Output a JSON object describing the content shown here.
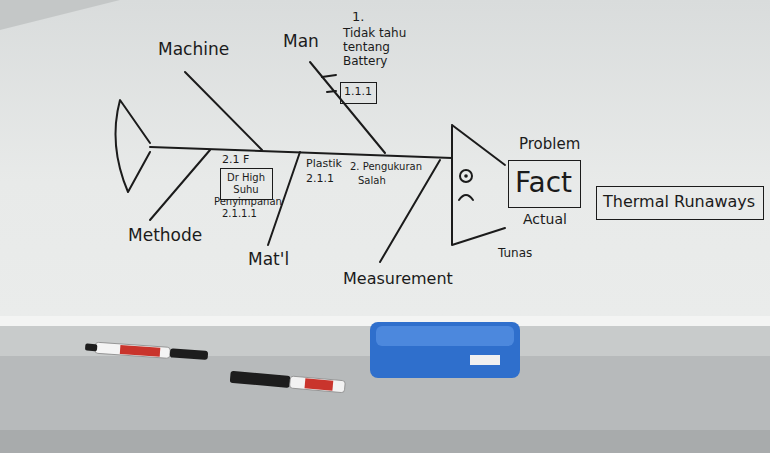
{
  "diagram": {
    "nodes": [
      {
        "text": [
          "1.1.1"
        ]
      },
      {
        "text": [
          "Dr High Suhu"
        ]
      },
      {
        "text": [
          "Problem",
          "Fact",
          "Actual"
        ]
      },
      {
        "text": [
          "Thermal Runaways"
        ]
      }
    ],
    "labels": [
      "Machine",
      "Man",
      "1.",
      "Tidak tahu tentang Battery",
      "2.1 F",
      "Penyimpanan",
      "2.1.1.1",
      "Plastik",
      "2.1.1",
      "2. Pengukuran",
      "Salah",
      "Methode",
      "Mat'l",
      "Measurement",
      "Tunas"
    ]
  }
}
